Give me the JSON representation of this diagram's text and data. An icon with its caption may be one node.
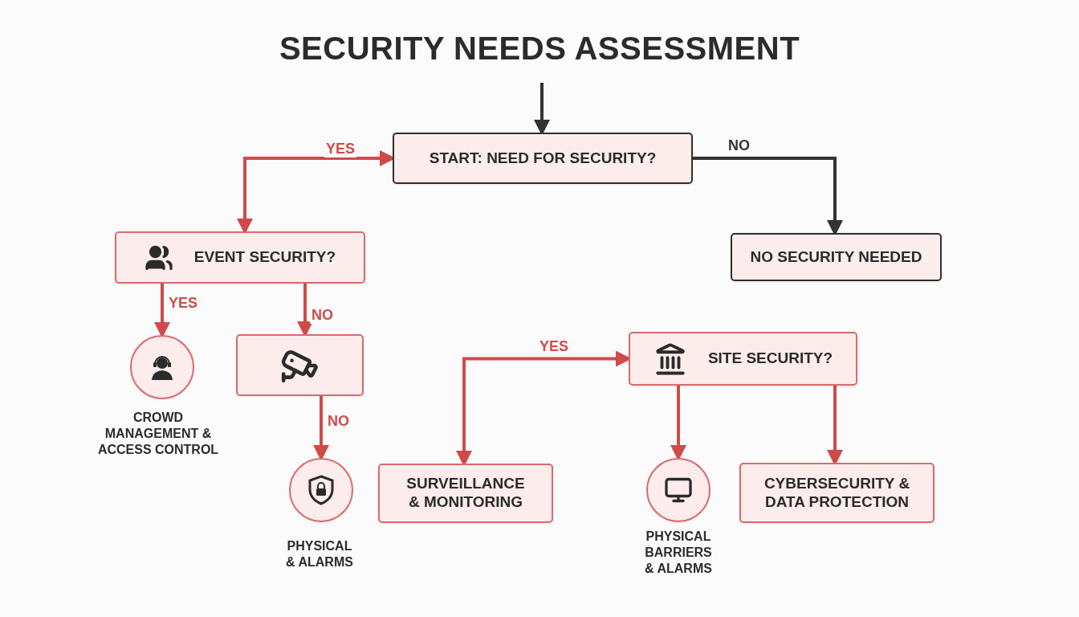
{
  "diagram": {
    "title": "SECURITY NEEDS ASSESSMENT",
    "nodes": [
      {
        "text": [
          "START: NEED FOR SECURITY?"
        ]
      },
      {
        "text": [
          "NO SECURITY NEEDED"
        ]
      },
      {
        "text": [
          "EVENT SECURITY?"
        ]
      },
      {
        "text": [],
        "shape": "circle",
        "beside": [
          "CROWD MANAGEMENT & ACCESS CONTROL"
        ]
      },
      {
        "text": [],
        "shape": "box"
      },
      {
        "text": [],
        "shape": "circle",
        "beside": [
          "PHYSICAL & ALARMS"
        ]
      },
      {
        "text": [
          "SURVEILLANCE & MONITORING"
        ]
      },
      {
        "text": [
          "SITE SECURITY?"
        ]
      },
      {
        "text": [],
        "shape": "circle",
        "beside": [
          "PHYSICAL BARRIERS & ALARMS"
        ]
      },
      {
        "text": [
          "CYBERSECURITY & DATA PROTECTION"
        ]
      }
    ],
    "edges": [
      {
        "from": null,
        "to": 0,
        "arrow": "to",
        "color": "#333333"
      },
      {
        "from": 0,
        "to": 2,
        "arrow": "both",
        "label": "YES"
      },
      {
        "from": 0,
        "to": 1,
        "arrow": "to",
        "label": "NO",
        "color": "#333333"
      },
      {
        "from": 2,
        "to": 3,
        "arrow": "to",
        "label": "YES"
      },
      {
        "from": 2,
        "to": 4,
        "arrow": "to",
        "label": "NO"
      },
      {
        "from": 4,
        "to": 5,
        "arrow": "to",
        "label": "NO"
      },
      {
        "from": 7,
        "to": 6,
        "arrow": "both",
        "label": "YES"
      },
      {
        "from": 7,
        "to": 8,
        "arrow": "to"
      },
      {
        "from": 7,
        "to": 9,
        "arrow": "to"
      }
    ]
  }
}
